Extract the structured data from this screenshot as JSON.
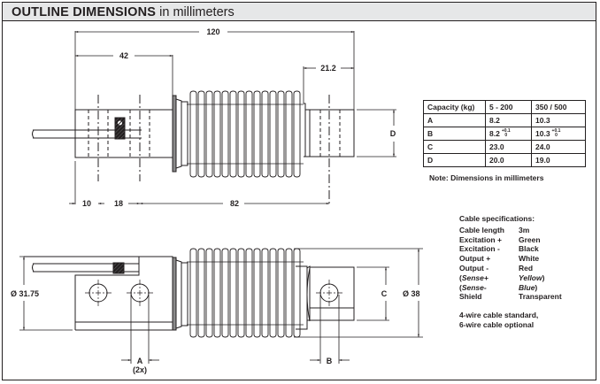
{
  "header": {
    "title_bold": "OUTLINE DIMENSIONS",
    "title_rest": " in millimeters"
  },
  "top_view": {
    "dim_overall": "120",
    "dim_42": "42",
    "dim_21_2": "21.2",
    "dim_D": "D",
    "dim_10": "10",
    "dim_18": "18",
    "dim_82": "82"
  },
  "side_view": {
    "dim_dia_31_75": "Ø 31.75",
    "dim_dia_38": "Ø 38",
    "dim_C": "C",
    "dim_A": "A",
    "dim_A_qty": "(2x)",
    "dim_B": "B"
  },
  "capacity_table": {
    "headers": [
      "Capacity (kg)",
      "5 - 200",
      "350 / 500"
    ],
    "rows": [
      {
        "label": "A",
        "v1": "8.2",
        "v2": "10.3"
      },
      {
        "label": "B",
        "v1": "8.2",
        "v1_tol_upper": "+0.1",
        "v1_tol_lower": "0",
        "v2": "10.3",
        "v2_tol_upper": "+0.1",
        "v2_tol_lower": "0"
      },
      {
        "label": "C",
        "v1": "23.0",
        "v2": "24.0"
      },
      {
        "label": "D",
        "v1": "20.0",
        "v2": "19.0"
      }
    ],
    "note": "Note: Dimensions in millimeters"
  },
  "cable_specs": {
    "title": "Cable specifications:",
    "rows": [
      {
        "key": "Cable length",
        "value": "3m"
      },
      {
        "key": "Excitation +",
        "value": "Green"
      },
      {
        "key": "Excitation -",
        "value": "Black"
      },
      {
        "key": "Output +",
        "value": "White"
      },
      {
        "key": "Output -",
        "value": "Red"
      },
      {
        "key_prefix": "(",
        "key": "Sense+",
        "value": "Yellow",
        "value_suffix": ")"
      },
      {
        "key_prefix": "(",
        "key": "Sense-",
        "value": "Blue",
        "value_suffix": ")"
      },
      {
        "key": "Shield",
        "value": "Transparent"
      }
    ],
    "footer_line1": "4-wire cable standard,",
    "footer_line2": "6-wire cable optional"
  }
}
